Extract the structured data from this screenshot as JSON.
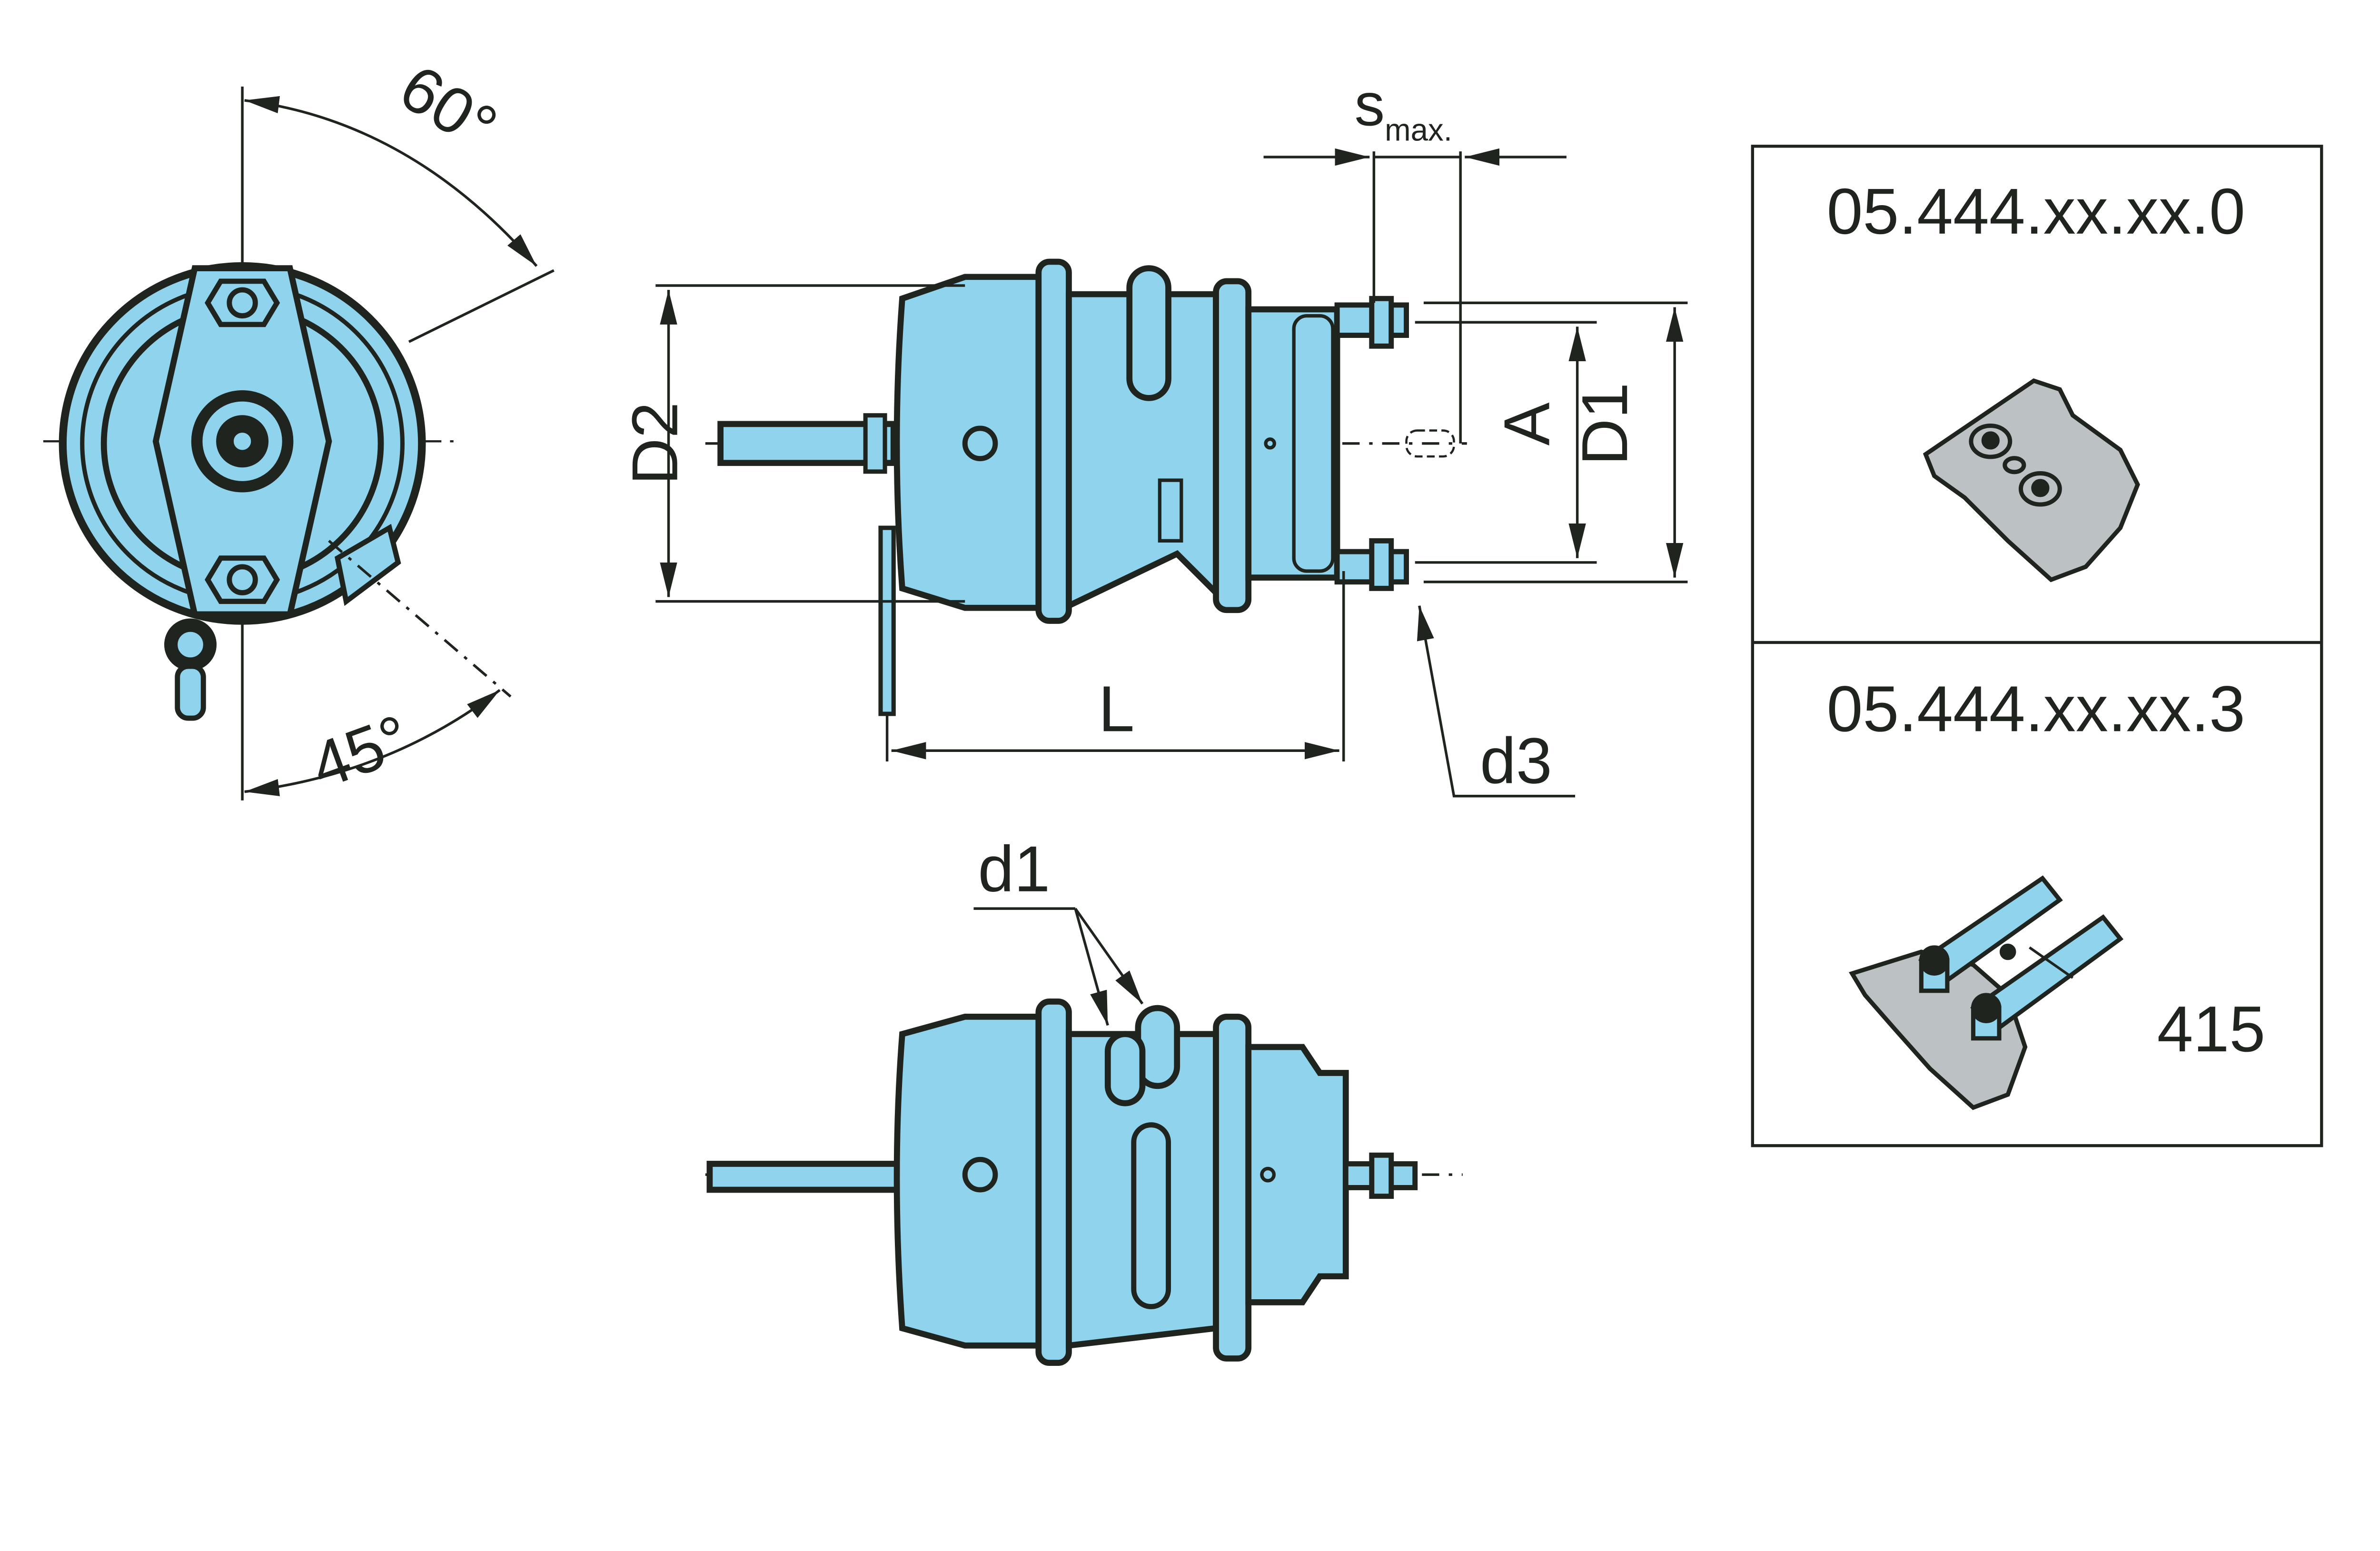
{
  "colors": {
    "body": "#8fd3ec",
    "ink": "#1f241f",
    "grey": "#bcc2c4",
    "paper": "#ffffff"
  },
  "end_view": {
    "angle_top": "60°",
    "angle_bottom": "45°"
  },
  "side_view": {
    "dim_D2": "D2",
    "dim_D1": "D1",
    "dim_A": "A",
    "dim_L": "L",
    "dim_d3": "d3",
    "stroke_label": "s",
    "stroke_sub": "max."
  },
  "top_view": {
    "dim_d1": "d1"
  },
  "variants": [
    {
      "code": "05.444.xx.xx.0"
    },
    {
      "code": "05.444.xx.xx.3",
      "callout": "415"
    }
  ]
}
